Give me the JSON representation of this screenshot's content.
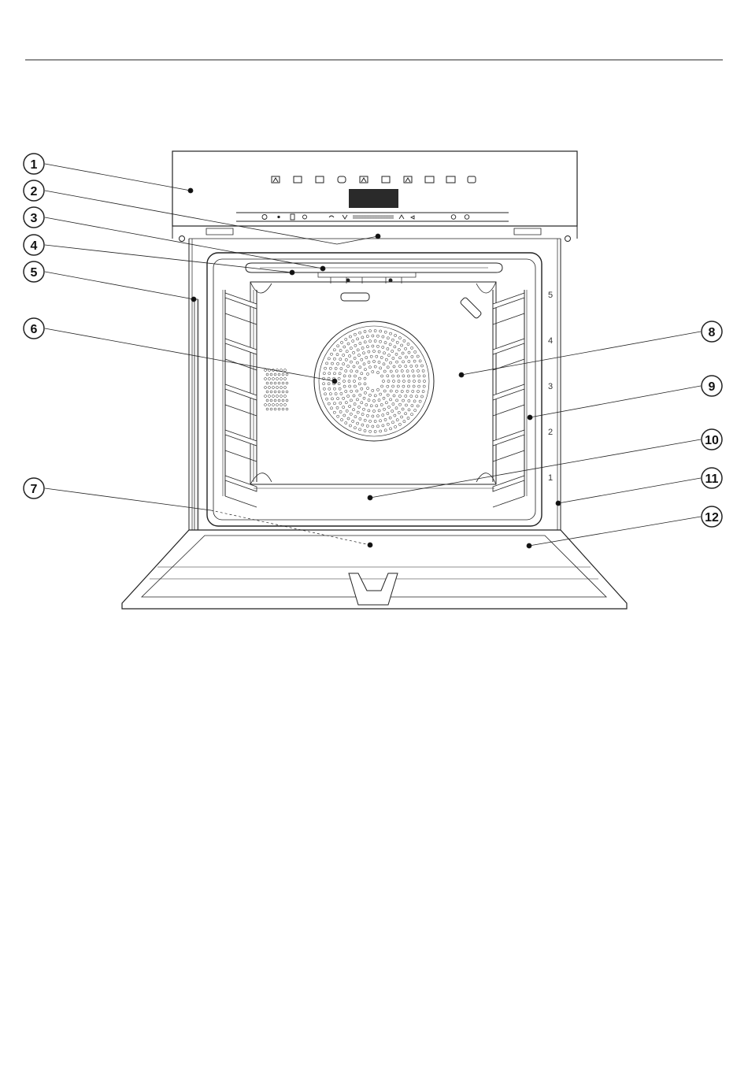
{
  "callouts": [
    {
      "num": "1"
    },
    {
      "num": "2"
    },
    {
      "num": "3"
    },
    {
      "num": "4"
    },
    {
      "num": "5"
    },
    {
      "num": "6"
    },
    {
      "num": "7"
    },
    {
      "num": "8"
    },
    {
      "num": "9"
    },
    {
      "num": "10"
    },
    {
      "num": "11"
    },
    {
      "num": "12"
    }
  ],
  "shelf_levels": [
    "5",
    "4",
    "3",
    "2",
    "1"
  ]
}
